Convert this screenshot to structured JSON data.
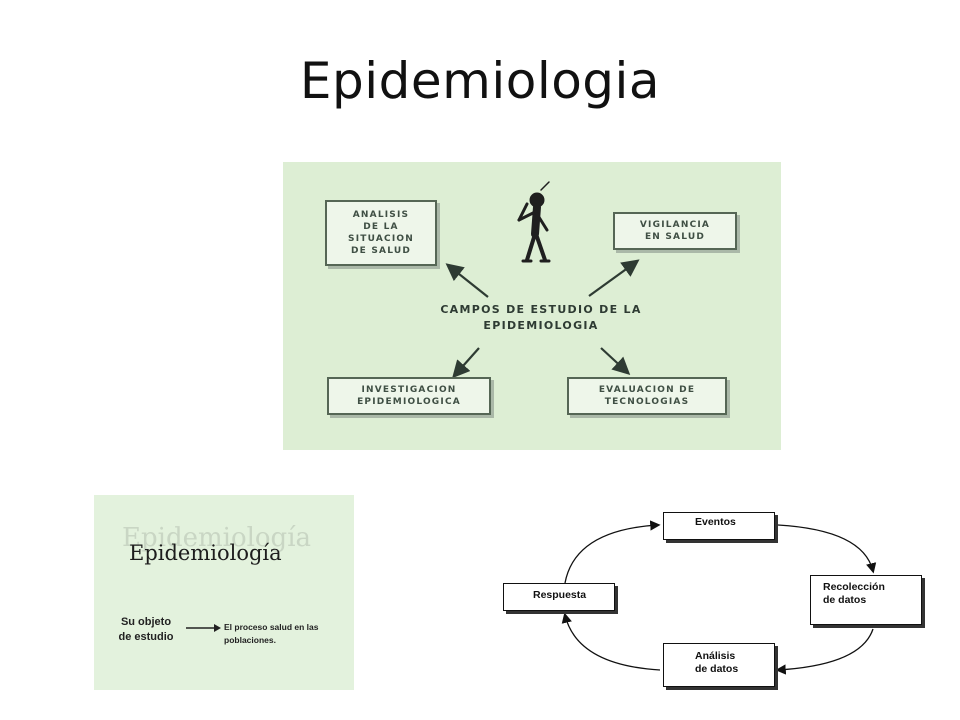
{
  "slide": {
    "title": "Epidemiologia"
  },
  "campos": {
    "center": "CAMPOS DE ESTUDIO DE LA\nEPIDEMIOLOGIA",
    "fields": [
      "ANALISIS\nDE LA\nSITUACION\nDE SALUD",
      "VIGILANCIA\nEN SALUD",
      "INVESTIGACION\nEPIDEMIOLOGICA",
      "EVALUACION DE\nTECNOLOGIAS"
    ]
  },
  "objeto": {
    "ghost_title": "Epidemiología",
    "title": "Epidemiología",
    "label": "Su objeto\nde estudio",
    "description": "El proceso salud en las\npoblaciones."
  },
  "ciclo": {
    "steps": [
      "Eventos",
      "Recolección\n  de datos",
      "Análisis\n de datos",
      "Respuesta"
    ]
  }
}
